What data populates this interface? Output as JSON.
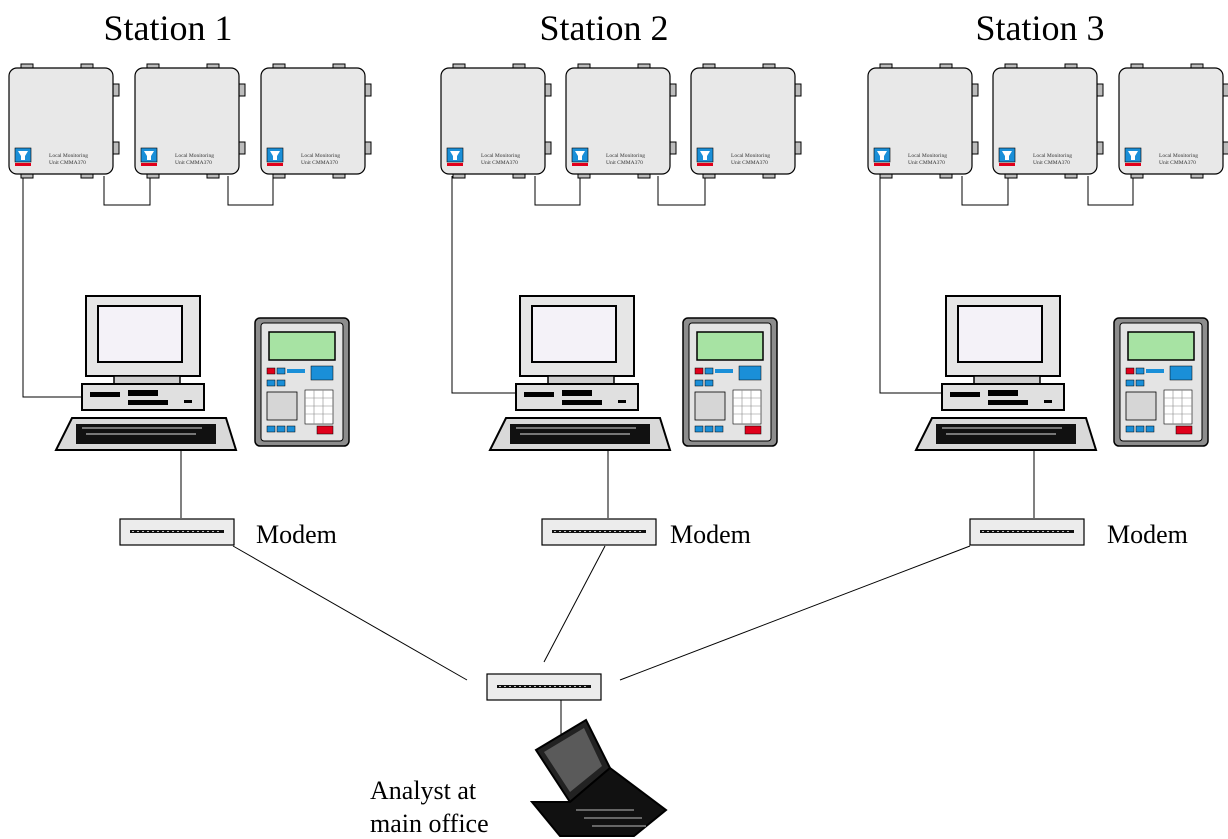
{
  "stations": [
    {
      "title": "Station 1",
      "units": [
        {
          "label_line1": "Local Monitoring",
          "label_line2": "Unit CMMA370"
        },
        {
          "label_line1": "Local Monitoring",
          "label_line2": "Unit CMMA370"
        },
        {
          "label_line1": "Local Monitoring",
          "label_line2": "Unit CMMA370"
        }
      ],
      "modem_label": "Modem"
    },
    {
      "title": "Station 2",
      "units": [
        {
          "label_line1": "Local Monitoring",
          "label_line2": "Unit CMMA370"
        },
        {
          "label_line1": "Local Monitoring",
          "label_line2": "Unit CMMA370"
        },
        {
          "label_line1": "Local Monitoring",
          "label_line2": "Unit CMMA370"
        }
      ],
      "modem_label": "Modem"
    },
    {
      "title": "Station 3",
      "units": [
        {
          "label_line1": "Local Monitoring",
          "label_line2": "Unit CMMA370"
        },
        {
          "label_line1": "Local Monitoring",
          "label_line2": "Unit CMMA370"
        },
        {
          "label_line1": "Local Monitoring",
          "label_line2": "Unit CMMA370"
        }
      ],
      "modem_label": "Modem"
    }
  ],
  "analyst": {
    "line1": "Analyst at",
    "line2": "main office"
  },
  "colors": {
    "accent_blue": "#1a8fd8",
    "accent_red": "#e0001b",
    "screen_green": "#a7e3a3",
    "enclosure": "#e8e8e8"
  }
}
